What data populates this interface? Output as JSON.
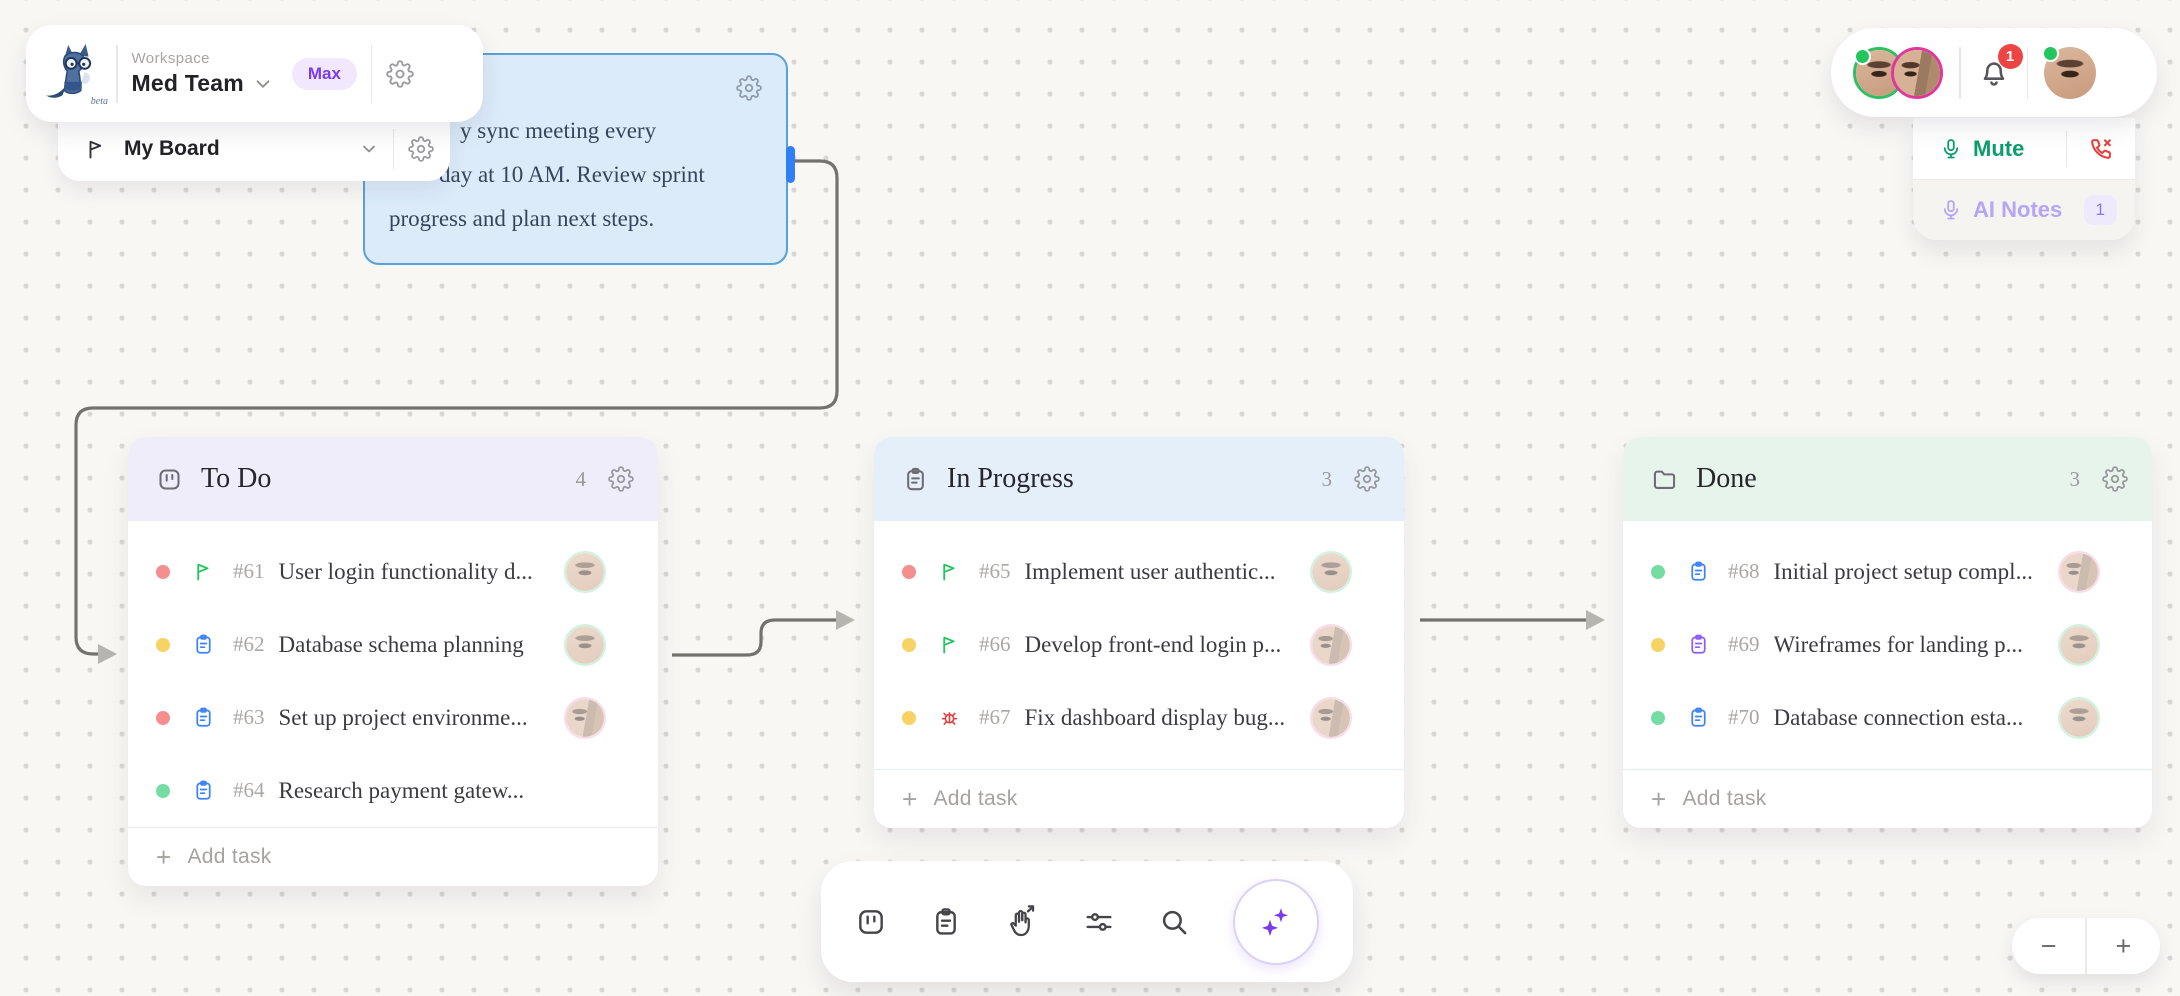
{
  "ui": {
    "plus": "+",
    "minus": "−",
    "zoom_in": "+"
  },
  "workspace": {
    "label": "Workspace",
    "name": "Med Team",
    "plan_badge": "Max",
    "beta_tag": "beta"
  },
  "board_selector": {
    "name": "My Board"
  },
  "note": {
    "lines": {
      "l1": "y sync meeting every",
      "l2": "day at 10 AM. Review sprint",
      "l3": "progress and plan next steps."
    },
    "bg_color": "#dcebfa",
    "border_color": "#58a2d9"
  },
  "columns": [
    {
      "title": "To Do",
      "count": "4",
      "add_label": "Add task",
      "header_icon": "kanban-icon",
      "header_color": "#efedf9",
      "tasks": [
        {
          "id": "#61",
          "title": "User login functionality d...",
          "priority_dot": "red",
          "type_icon": "flag-icon",
          "avatar_ring": "green"
        },
        {
          "id": "#62",
          "title": "Database schema planning",
          "priority_dot": "yellow",
          "type_icon": "task-icon-blue",
          "avatar_ring": "green"
        },
        {
          "id": "#63",
          "title": "Set up project environme...",
          "priority_dot": "red",
          "type_icon": "task-icon-blue",
          "avatar_ring": "pink"
        },
        {
          "id": "#64",
          "title": "Research payment gatew...",
          "priority_dot": "green",
          "type_icon": "task-icon-blue",
          "avatar_ring": "none"
        }
      ]
    },
    {
      "title": "In Progress",
      "count": "3",
      "add_label": "Add task",
      "header_icon": "clipboard-icon",
      "header_color": "#e4effa",
      "tasks": [
        {
          "id": "#65",
          "title": "Implement user authentic...",
          "priority_dot": "red",
          "type_icon": "flag-icon",
          "avatar_ring": "green"
        },
        {
          "id": "#66",
          "title": "Develop front-end login p...",
          "priority_dot": "yellow",
          "type_icon": "flag-icon",
          "avatar_ring": "pink"
        },
        {
          "id": "#67",
          "title": "Fix dashboard display bug...",
          "priority_dot": "yellow",
          "type_icon": "bug-icon",
          "avatar_ring": "pink"
        }
      ]
    },
    {
      "title": "Done",
      "count": "3",
      "add_label": "Add task",
      "header_icon": "folder-icon",
      "header_color": "#e6f4ec",
      "tasks": [
        {
          "id": "#68",
          "title": "Initial project setup compl...",
          "priority_dot": "green",
          "type_icon": "task-icon-blue",
          "avatar_ring": "pink"
        },
        {
          "id": "#69",
          "title": "Wireframes for landing p...",
          "priority_dot": "yellow",
          "type_icon": "task-icon-purple",
          "avatar_ring": "green"
        },
        {
          "id": "#70",
          "title": "Database connection esta...",
          "priority_dot": "green",
          "type_icon": "task-icon-blue",
          "avatar_ring": "green"
        }
      ]
    }
  ],
  "presence": {
    "notification_count": "1",
    "online_avatars": "3"
  },
  "call_controls": {
    "mute_label": "Mute",
    "ai_notes_label": "AI Notes",
    "ai_notes_count": "1"
  },
  "colors": {
    "accent_purple": "#7c3aed",
    "mute_green": "#0d9d6d",
    "danger_red": "#e8413f",
    "connector_gray": "#73726d",
    "dot_red": "#f58e8e",
    "dot_yellow": "#f6d364",
    "dot_green": "#74dea2"
  }
}
